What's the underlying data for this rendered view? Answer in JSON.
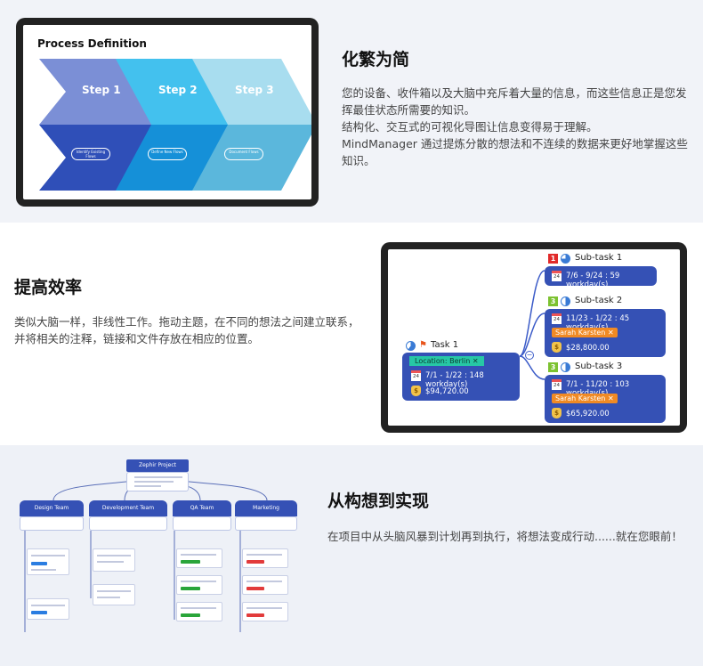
{
  "section1": {
    "heading": "化繁为简",
    "lines": [
      "您的设备、收件箱以及大脑中充斥着大量的信息，而这些信息正是您发",
      "挥最佳状态所需要的知识。",
      "结构化、交互式的可视化导图让信息变得易于理解。",
      "MindManager 通过提炼分散的想法和不连续的数据来更好地掌握这些",
      "知识。"
    ],
    "screen": {
      "title": "Process Definition",
      "steps": [
        {
          "label": "Step 1",
          "pill": "Identify Existing Flows",
          "color": "#7b8fd6",
          "dark": "#2f4fb8"
        },
        {
          "label": "Step 2",
          "pill": "Define New Flows",
          "color": "#43c1ee",
          "dark": "#1590d8"
        },
        {
          "label": "Step 3",
          "pill": "Document Flows",
          "color": "#a8ddef",
          "dark": "#5bb7dc"
        }
      ]
    }
  },
  "section2": {
    "heading": "提高效率",
    "lines": [
      "类似大脑一样，非线性工作。拖动主题，在不同的想法之间建立联系，",
      "并将相关的注释，链接和文件存放在相应的位置。"
    ],
    "screen": {
      "task": {
        "title": "Task 1",
        "location": "Location: Berlin",
        "dates": "7/1 - 1/22 : 148 workday(s)",
        "cost": "$94,720.00",
        "cal": "24"
      },
      "subtasks": [
        {
          "title": "Sub-task 1",
          "priority": "1",
          "priority_color": "#e12a2a",
          "dates": "7/6 - 9/24 : 59 workday(s)",
          "cal": "24",
          "progress": 0.75
        },
        {
          "title": "Sub-task 2",
          "priority": "3",
          "priority_color": "#7cc230",
          "dates": "11/23 - 1/22 : 45 workday(s)",
          "resource": "Sarah Karsten",
          "cost": "$28,800.00",
          "cal": "24",
          "progress": 0.5
        },
        {
          "title": "Sub-task 3",
          "priority": "3",
          "priority_color": "#7cc230",
          "dates": "7/1 - 11/20 : 103 workday(s)",
          "resource": "Sarah Karsten",
          "cost": "$65,920.00",
          "cal": "24",
          "progress": 0.5
        }
      ],
      "close_glyph": "✕",
      "collapse_glyph": "−"
    }
  },
  "section3": {
    "heading": "从构想到实现",
    "text": "在项目中从头脑风暴到计划再到执行，将想法变成行动......就在您眼前！",
    "screen": {
      "root": "Zephir Project",
      "teams": [
        "Design Team",
        "Development Team",
        "QA Team",
        "Marketing"
      ]
    }
  }
}
